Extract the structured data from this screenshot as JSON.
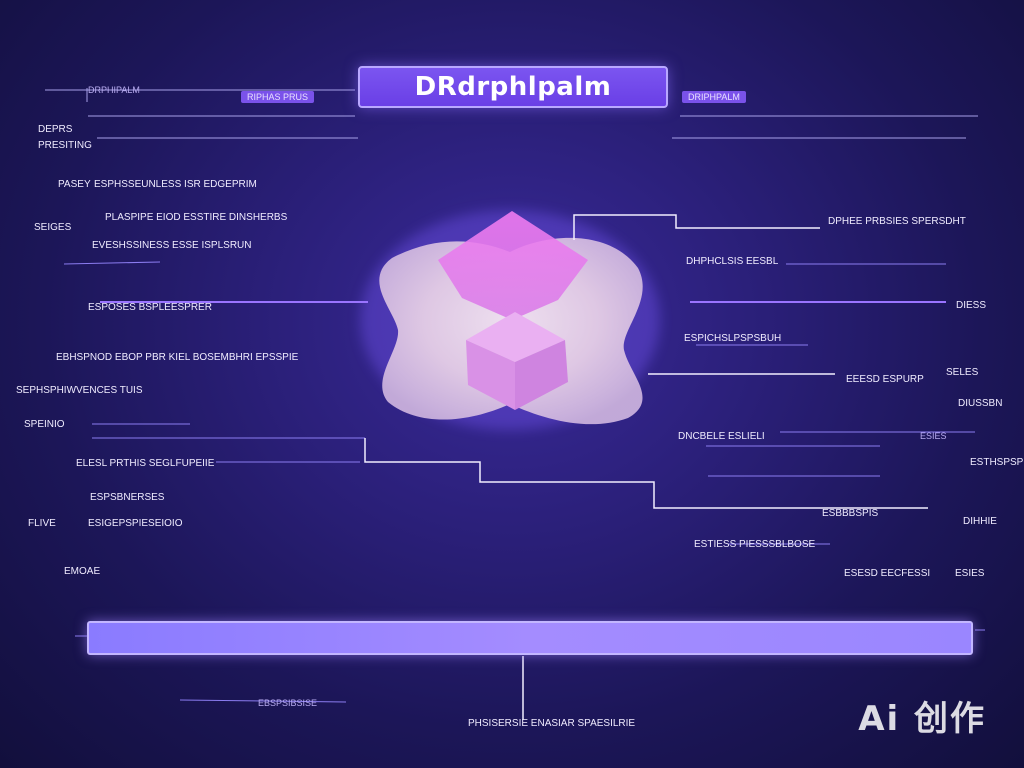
{
  "title": "DRdrphlpalm",
  "header_tags": {
    "left_caption": "DRPHIPALM",
    "left": "RIPHAS PRUS",
    "right": "DRIPHPALM"
  },
  "labels_left": [
    {
      "text": "DEPRS"
    },
    {
      "text": "PRESITING"
    },
    {
      "text": "PASEY"
    },
    {
      "text": "ESPHSSEUNLESS ISR EDGEPRIM"
    },
    {
      "text": "SEIGES"
    },
    {
      "text": "PLASPIPE EIOD ESSTIRE DINSHERBS"
    },
    {
      "text": "EVESHSSINESS ESSE ISPLSRUN"
    },
    {
      "text": "ESPOSES BSPLEESPRER"
    },
    {
      "text": "EBHSPNOD EBOP PBR KIEL BOSEMBHRI EPSSPIE"
    },
    {
      "text": "SEPHSPHIWVENCES TUIS"
    },
    {
      "text": "SPEINIO"
    },
    {
      "text": "ELESL PRTHIS SEGLFUPEIIE"
    },
    {
      "text": "ESPSBNERSES"
    },
    {
      "text": "FLIVE"
    },
    {
      "text": "ESIGEPSPIESEIOIO"
    },
    {
      "text": "EMOAE"
    }
  ],
  "labels_right": [
    {
      "text": "DPHEE PRBSIES SPERSDHT"
    },
    {
      "text": "DHPHCLSIS EESBL"
    },
    {
      "text": "DIESS"
    },
    {
      "text": "ESPICHSLPSPSBUH"
    },
    {
      "text": "EEESD ESPURP"
    },
    {
      "text": "SELES"
    },
    {
      "text": "DIUSSBN"
    },
    {
      "text": "DNCBELE ESLIELI"
    },
    {
      "text": "ESIES"
    },
    {
      "text": "ESTHSPSPIR"
    },
    {
      "text": "ESBBBSPIS"
    },
    {
      "text": "ESTIESS PIESSSBLBOSE"
    },
    {
      "text": "ESESD EECFESSI"
    },
    {
      "text": "ESIES"
    },
    {
      "text": "DIHHIE"
    }
  ],
  "labels_bottom": [
    {
      "text": "EBSPSIBSISE"
    },
    {
      "text": "PHSISERSIE ENASIAR SPAESILRIE"
    }
  ],
  "watermark": "Ai 创作"
}
